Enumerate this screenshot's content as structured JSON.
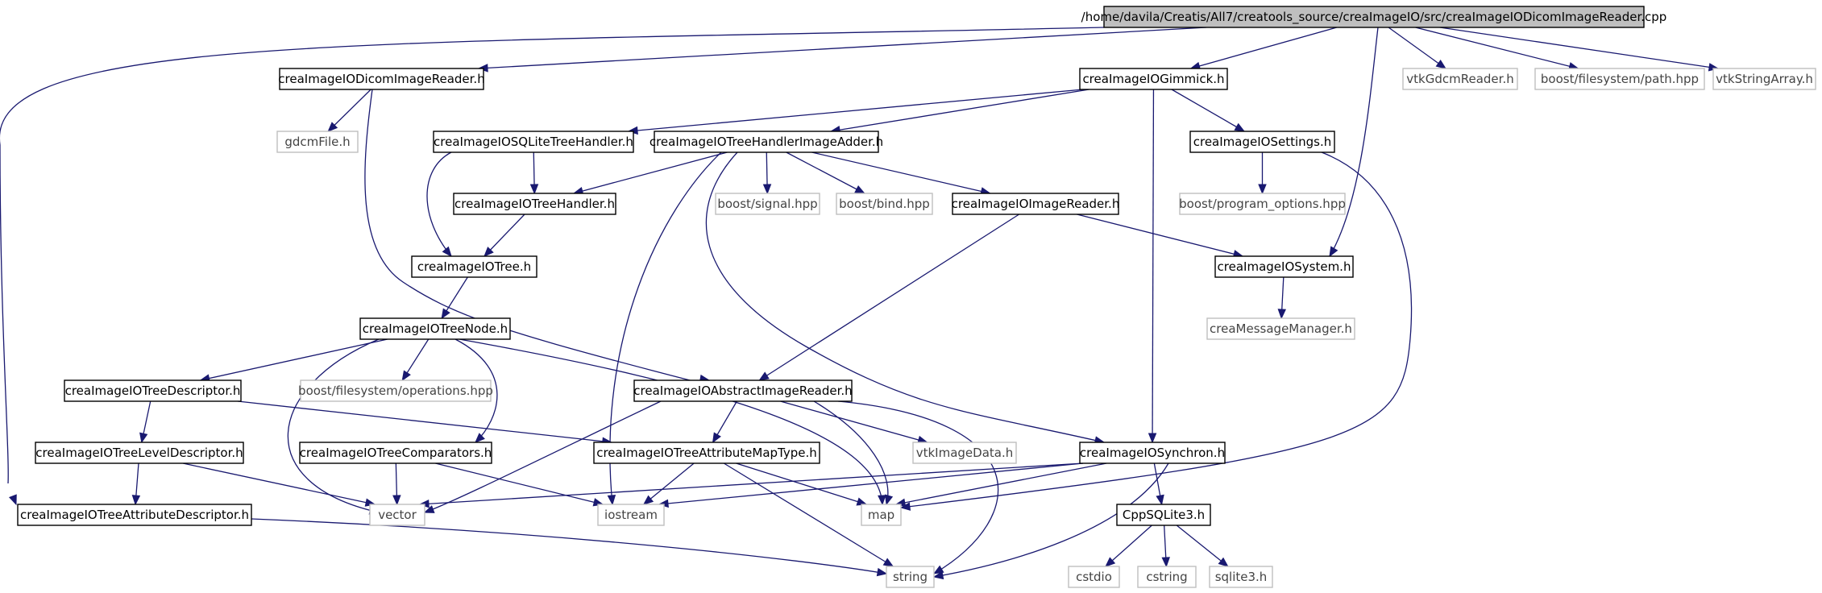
{
  "nodes": [
    {
      "id": "root",
      "label": "/home/davila/Creatis/All7/creatools_source/creaImageIO/src/creaImageIODicomImageReader.cpp",
      "kind": "root"
    },
    {
      "id": "dicomReader",
      "label": "creaImageIODicomImageReader.h",
      "kind": "local"
    },
    {
      "id": "gimmick",
      "label": "creaImageIOGimmick.h",
      "kind": "local"
    },
    {
      "id": "vtkGdcm",
      "label": "vtkGdcmReader.h",
      "kind": "external"
    },
    {
      "id": "fspath",
      "label": "boost/filesystem/path.hpp",
      "kind": "external"
    },
    {
      "id": "vtkStr",
      "label": "vtkStringArray.h",
      "kind": "external"
    },
    {
      "id": "gdcmFile",
      "label": "gdcmFile.h",
      "kind": "external"
    },
    {
      "id": "sqlite",
      "label": "creaImageIOSQLiteTreeHandler.h",
      "kind": "local"
    },
    {
      "id": "adder",
      "label": "creaImageIOTreeHandlerImageAdder.h",
      "kind": "local"
    },
    {
      "id": "settings",
      "label": "creaImageIOSettings.h",
      "kind": "local"
    },
    {
      "id": "treeHandler",
      "label": "creaImageIOTreeHandler.h",
      "kind": "local"
    },
    {
      "id": "signal",
      "label": "boost/signal.hpp",
      "kind": "external"
    },
    {
      "id": "bind",
      "label": "boost/bind.hpp",
      "kind": "external"
    },
    {
      "id": "imgReader",
      "label": "creaImageIOImageReader.h",
      "kind": "local"
    },
    {
      "id": "progopt",
      "label": "boost/program_options.hpp",
      "kind": "external"
    },
    {
      "id": "tree",
      "label": "creaImageIOTree.h",
      "kind": "local"
    },
    {
      "id": "system",
      "label": "creaImageIOSystem.h",
      "kind": "local"
    },
    {
      "id": "msgMgr",
      "label": "creaMessageManager.h",
      "kind": "external"
    },
    {
      "id": "treeNode",
      "label": "creaImageIOTreeNode.h",
      "kind": "local"
    },
    {
      "id": "treeDesc",
      "label": "creaImageIOTreeDescriptor.h",
      "kind": "local"
    },
    {
      "id": "fsops",
      "label": "boost/filesystem/operations.hpp",
      "kind": "external"
    },
    {
      "id": "absReader",
      "label": "creaImageIOAbstractImageReader.h",
      "kind": "local"
    },
    {
      "id": "levelDesc",
      "label": "creaImageIOTreeLevelDescriptor.h",
      "kind": "local"
    },
    {
      "id": "comparators",
      "label": "creaImageIOTreeComparators.h",
      "kind": "local"
    },
    {
      "id": "attrMap",
      "label": "creaImageIOTreeAttributeMapType.h",
      "kind": "local"
    },
    {
      "id": "vtkImg",
      "label": "vtkImageData.h",
      "kind": "external"
    },
    {
      "id": "synchron",
      "label": "creaImageIOSynchron.h",
      "kind": "local"
    },
    {
      "id": "attrDesc",
      "label": "creaImageIOTreeAttributeDescriptor.h",
      "kind": "local"
    },
    {
      "id": "vector",
      "label": "vector",
      "kind": "external"
    },
    {
      "id": "iostream",
      "label": "iostream",
      "kind": "external"
    },
    {
      "id": "map",
      "label": "map",
      "kind": "external"
    },
    {
      "id": "cppsqlite",
      "label": "CppSQLite3.h",
      "kind": "local"
    },
    {
      "id": "string",
      "label": "string",
      "kind": "external"
    },
    {
      "id": "cstdio",
      "label": "cstdio",
      "kind": "external"
    },
    {
      "id": "cstring",
      "label": "cstring",
      "kind": "external"
    },
    {
      "id": "sqlite3",
      "label": "sqlite3.h",
      "kind": "external"
    }
  ],
  "edges": [
    [
      "root",
      "dicomReader"
    ],
    [
      "root",
      "gimmick"
    ],
    [
      "root",
      "vtkGdcm"
    ],
    [
      "root",
      "fspath"
    ],
    [
      "root",
      "vtkStr"
    ],
    [
      "root",
      "system"
    ],
    [
      "root",
      "attrDesc"
    ],
    [
      "dicomReader",
      "gdcmFile"
    ],
    [
      "dicomReader",
      "absReader"
    ],
    [
      "gimmick",
      "sqlite"
    ],
    [
      "gimmick",
      "adder"
    ],
    [
      "gimmick",
      "settings"
    ],
    [
      "gimmick",
      "synchron"
    ],
    [
      "sqlite",
      "treeHandler"
    ],
    [
      "sqlite",
      "tree"
    ],
    [
      "adder",
      "treeHandler"
    ],
    [
      "adder",
      "signal"
    ],
    [
      "adder",
      "bind"
    ],
    [
      "adder",
      "imgReader"
    ],
    [
      "adder",
      "synchron"
    ],
    [
      "adder",
      "iostream"
    ],
    [
      "settings",
      "progopt"
    ],
    [
      "settings",
      "map"
    ],
    [
      "treeHandler",
      "tree"
    ],
    [
      "imgReader",
      "system"
    ],
    [
      "imgReader",
      "absReader"
    ],
    [
      "system",
      "msgMgr"
    ],
    [
      "tree",
      "treeNode"
    ],
    [
      "treeNode",
      "treeDesc"
    ],
    [
      "treeNode",
      "fsops"
    ],
    [
      "treeNode",
      "comparators"
    ],
    [
      "treeNode",
      "vector"
    ],
    [
      "treeNode",
      "map"
    ],
    [
      "treeDesc",
      "levelDesc"
    ],
    [
      "treeDesc",
      "attrMap"
    ],
    [
      "levelDesc",
      "attrDesc"
    ],
    [
      "levelDesc",
      "vector"
    ],
    [
      "attrDesc",
      "string"
    ],
    [
      "comparators",
      "vector"
    ],
    [
      "comparators",
      "iostream"
    ],
    [
      "absReader",
      "attrMap"
    ],
    [
      "absReader",
      "vtkImg"
    ],
    [
      "absReader",
      "map"
    ],
    [
      "absReader",
      "string"
    ],
    [
      "absReader",
      "vector"
    ],
    [
      "attrMap",
      "iostream"
    ],
    [
      "attrMap",
      "map"
    ],
    [
      "attrMap",
      "string"
    ],
    [
      "synchron",
      "cppsqlite"
    ],
    [
      "synchron",
      "vector"
    ],
    [
      "synchron",
      "iostream"
    ],
    [
      "synchron",
      "map"
    ],
    [
      "synchron",
      "string"
    ],
    [
      "cppsqlite",
      "cstdio"
    ],
    [
      "cppsqlite",
      "cstring"
    ],
    [
      "cppsqlite",
      "sqlite3"
    ]
  ]
}
